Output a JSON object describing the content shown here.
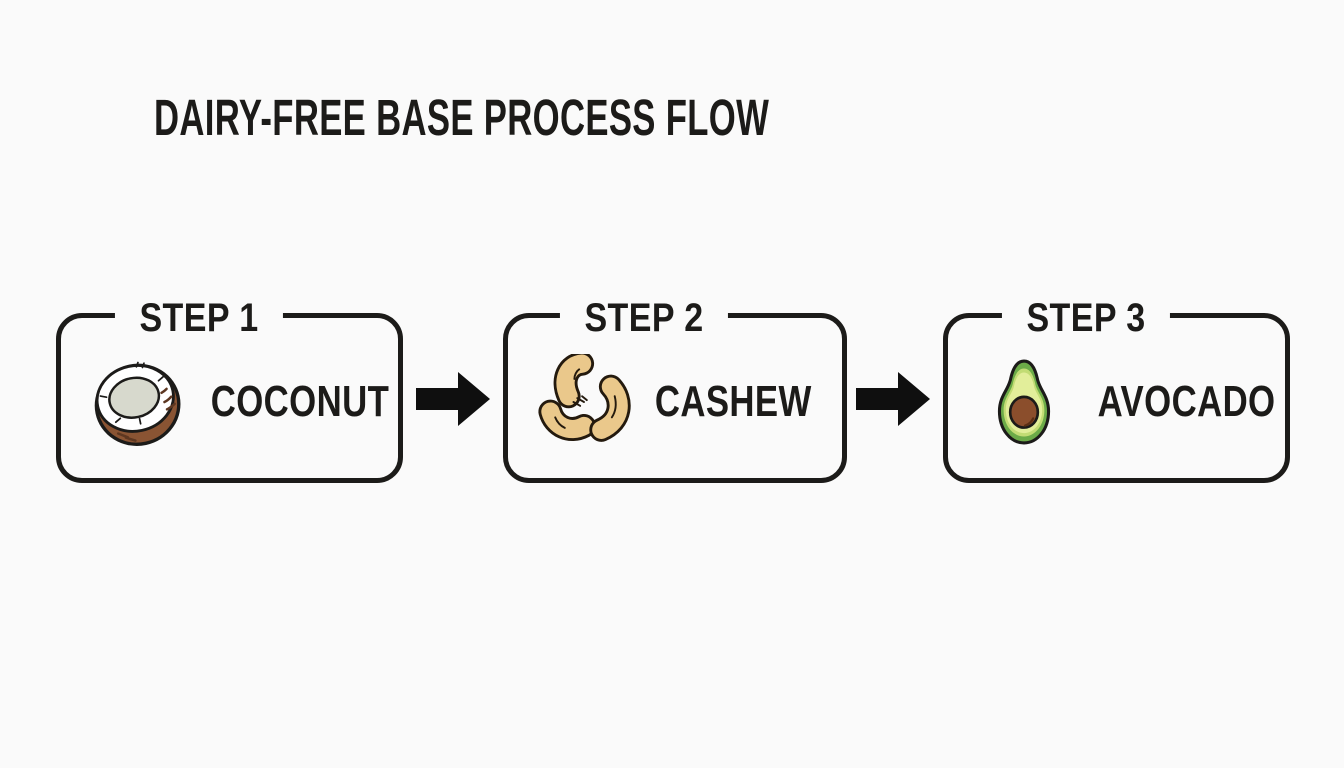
{
  "title": "DAIRY-FREE BASE PROCESS FLOW",
  "flow": {
    "steps": [
      {
        "label": "STEP 1",
        "item": "COCONUT",
        "icon": "coconut-icon"
      },
      {
        "label": "STEP 2",
        "item": "CASHEW",
        "icon": "cashew-icon"
      },
      {
        "label": "STEP 3",
        "item": "AVOCADO",
        "icon": "avocado-icon"
      }
    ],
    "connector_icon": "arrow-right-icon"
  },
  "colors": {
    "bg": "#fafafa",
    "ink": "#1c1b19",
    "arrow": "#0f0f0f",
    "coconut-shell": "#8a5433",
    "coconut-shell-dark": "#5d3721",
    "coconut-flesh": "#ffffff",
    "coconut-meat": "#d7d9cd",
    "cashew-fill": "#eac88b",
    "cashew-outline": "#241a0e",
    "avocado-skin": "#6cab48",
    "avocado-flesh-edge": "#c2dc74",
    "avocado-flesh": "#e2ee9a",
    "avocado-pit": "#8b4e2c",
    "avocado-pit-shade": "#5c2f14"
  }
}
